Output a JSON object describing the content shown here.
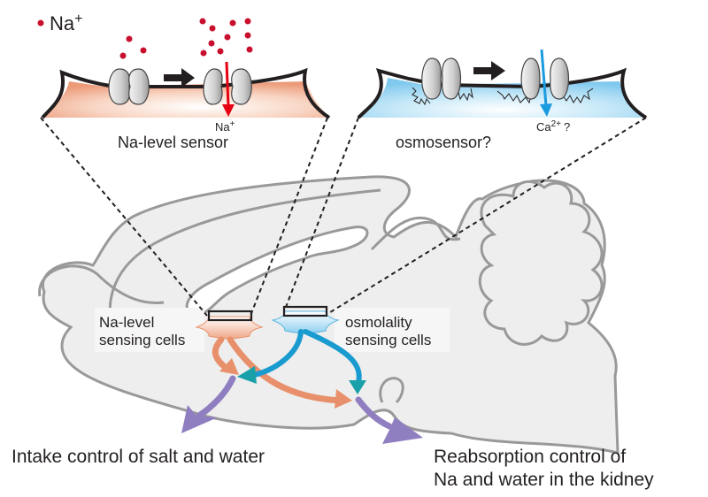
{
  "legend": {
    "symbol": "sodium-ion-dot",
    "label": "Na",
    "superscript": "+"
  },
  "panels": {
    "na_sensor": {
      "title": "Na-level sensor",
      "ion_label": "Na",
      "ion_superscript": "+",
      "color": "#f0a889",
      "arrow_color": "#e60012"
    },
    "osmo_sensor": {
      "title": "osmosensor?",
      "ion_label": "Ca",
      "ion_superscript": "2+",
      "ion_suffix": "?",
      "color": "#8fd0f0",
      "arrow_color": "#1a9be0"
    }
  },
  "brain": {
    "na_cells_label": [
      "Na-level",
      "sensing cells"
    ],
    "osmo_cells_label": [
      "osmolality",
      "sensing cells"
    ],
    "fill": "#eeeeee",
    "outline": "#999999"
  },
  "pathway_colors": {
    "na": "#e8906b",
    "osmo": "#1a9bd0",
    "osmo_head": "#1aa0a8",
    "output": "#8f7fc0"
  },
  "outputs": {
    "intake": "Intake control of salt and water",
    "reabsorption": [
      "Reabsorption control of",
      "Na and water in the kidney"
    ]
  }
}
